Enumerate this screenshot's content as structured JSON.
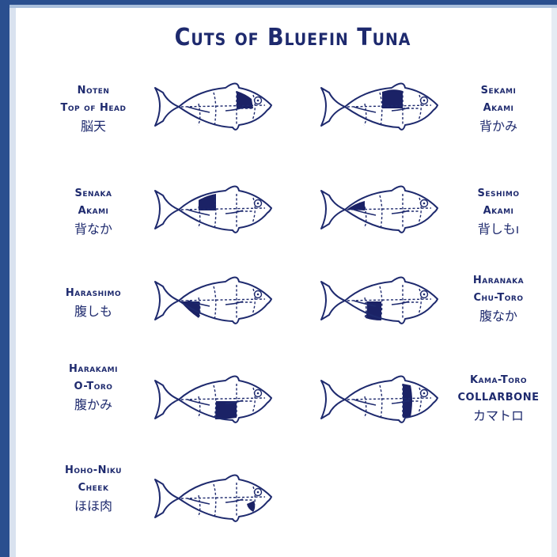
{
  "title": "Cuts of Bluefin Tuna",
  "colors": {
    "ink": "#1e2a6e",
    "fill": "#1b2266",
    "frame": "#2a4f8f"
  },
  "cuts": [
    {
      "id": "noten",
      "lines": [
        "Noten",
        "Top of Head"
      ],
      "jp": "脳天"
    },
    {
      "id": "sekami",
      "lines": [
        "Sekami",
        "Akami"
      ],
      "jp": "背かみ"
    },
    {
      "id": "senaka",
      "lines": [
        "Senaka",
        "Akami"
      ],
      "jp": "背なか"
    },
    {
      "id": "seshimo",
      "lines": [
        "Seshimo",
        "Akami"
      ],
      "jp": "背しもı"
    },
    {
      "id": "harashimo",
      "lines": [
        "Harashimo"
      ],
      "jp": "腹しも"
    },
    {
      "id": "haranaka",
      "lines": [
        "Haranaka",
        "Chu-Toro"
      ],
      "jp": "腹なか"
    },
    {
      "id": "harakami",
      "lines": [
        "Harakami",
        "O-Toro"
      ],
      "jp": "腹かみ"
    },
    {
      "id": "kamatoro",
      "lines": [
        "Kama-Toro",
        "COLLARBONE"
      ],
      "jp": "カマトロ"
    },
    {
      "id": "hohoniku",
      "lines": [
        "Hoho-Niku",
        "Cheek"
      ],
      "jp": "ほほ肉"
    }
  ]
}
